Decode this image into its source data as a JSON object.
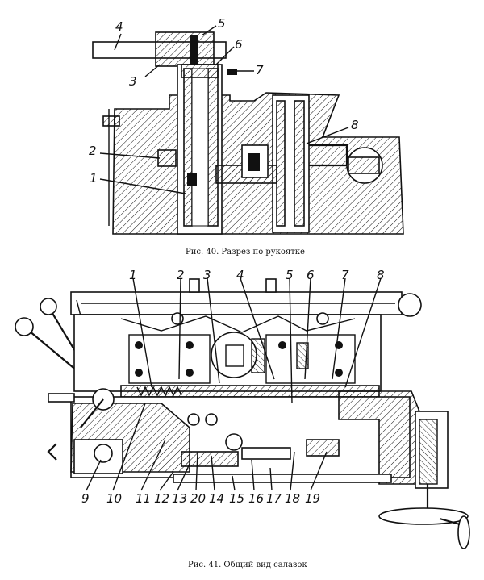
{
  "figure40": {
    "caption": "Рис. 40. Разрез по рукоятке",
    "labels": [
      "1",
      "2",
      "3",
      "4",
      "5",
      "6",
      "7",
      "8"
    ]
  },
  "figure41": {
    "caption": "Рис. 41. Общий вид салазок",
    "top_labels": [
      "1",
      "2",
      "3",
      "4",
      "5",
      "6",
      "7",
      "8"
    ],
    "bottom_labels": [
      "9",
      "10",
      "11",
      "12",
      "13",
      "20",
      "14",
      "15",
      "16",
      "17",
      "18",
      "19"
    ]
  }
}
